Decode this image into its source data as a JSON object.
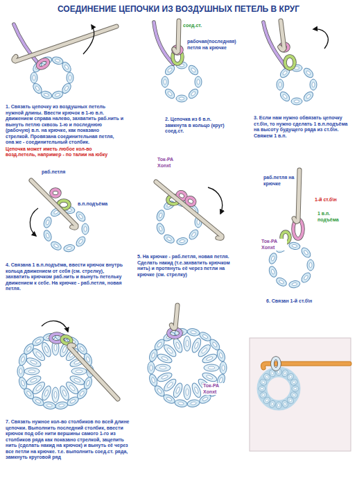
{
  "diagram": {
    "title": "СОЕДИНЕНИЕ ЦЕПОЧКИ ИЗ ВОЗДУШНЫХ ПЕТЕЛЬ В КРУГ",
    "labels": [
      "1. Связать цепочку из воздушных петель нужной длины. Ввести крючок в 1-ю в.п. движением справа налево, захватить раб.нить и вынуть петлю сквозь 1-ю и последнюю (рабочую) в.п. на крючке, как показано стрелкой. Провязана соединительная петля, она же - соединительный столбик.",
      "Цепочка может иметь любое кол-во возд.петель, например - по талии на юбку",
      "соед.ст.",
      "рабочая(последняя) петля на крючке",
      "2. Цепочка из 6 в.п. замкнута в кольцо (круг) соед.ст.",
      "3. Если нам нужно обвязать цепочку ст.б\\н, то нужно сделать 1 в.п.подъёма на высоту будущего ряда из ст.б\\н. Свяжем 1 в.п.",
      "Ток-РА Xonxt",
      "раб.петля",
      "в.п.подъёма",
      "раб.петля на крючке",
      "1-й ст.б\\н",
      "1 в.п. подъёма",
      "Ток-РА Xonxt",
      "4. Связана 1 в.п.подъёма, ввести крючок внутрь кольца движением от себя (см. стрелку), захватить крючком раб.нить и вынуть петельку движением к себе. На крючке - раб.петля, новая петля.",
      "5. На крючке - раб.петля, новая петля. Сделать накид (т.е.захватить крючком нить) и протянуть её через петли на крючке (см. стрелку)",
      "6. Связан 1-й ст.б\\н",
      "Ток-РА Xonxt",
      "7. Связать нужное кол-во столбиков по всей длине цепочки. Выполнить последний столбик, ввести крючок под обе нити вершины самого 1-го из столбиков ряда как показано стрелкой, зацепить нить (сделать накид на крючок) и вынуть её через все петли на крючке. т.е. выполнить соед.ст. ряда, замкнуть круговой ряд"
    ]
  }
}
